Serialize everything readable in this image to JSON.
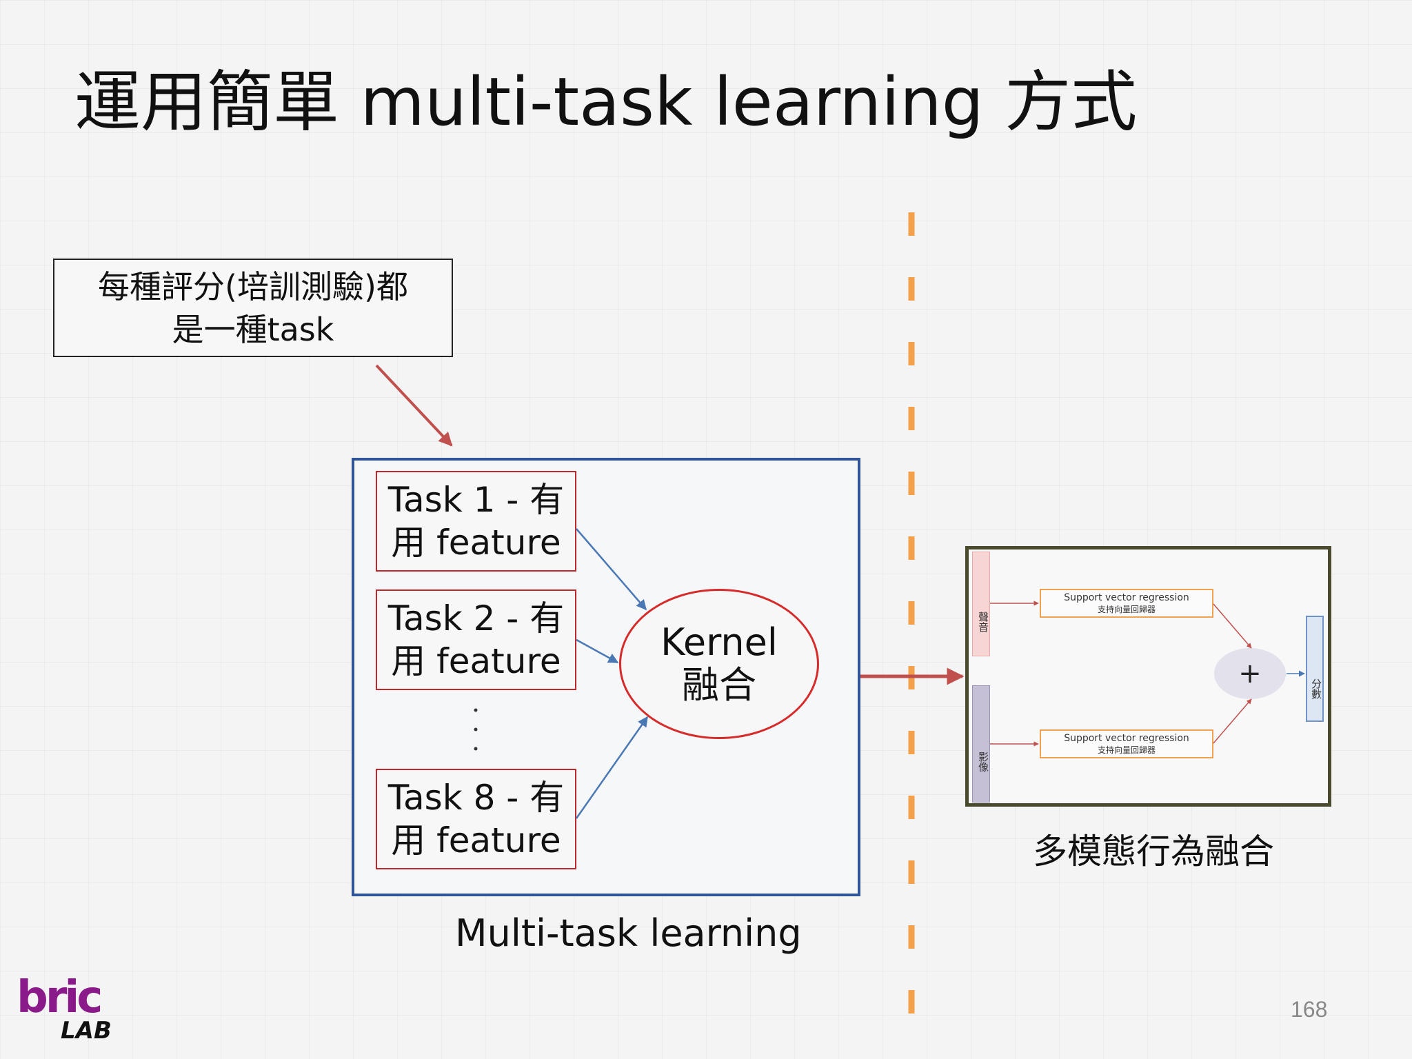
{
  "slide": {
    "title": "運用簡單 multi-task learning 方式",
    "page_number": "168"
  },
  "callout": {
    "text": "每種評分(培訓測驗)都\n是一種task"
  },
  "multitask": {
    "tasks": [
      "Task 1 - 有\n用 feature",
      "Task 2 - 有\n用 feature",
      "Task 8 - 有\n用 feature"
    ],
    "ellipsis": "⋮",
    "kernel_label": "Kernel\n融合",
    "caption": "Multi-task learning"
  },
  "fusion": {
    "caption": "多模態行為融合",
    "inputs": [
      "聲音",
      "影像"
    ],
    "svr_lines": [
      "Support vector regression",
      "支持向量回歸器"
    ],
    "combine_symbol": "+",
    "output": "分數"
  },
  "colors": {
    "task_border": "#c0272d",
    "container_border": "#2f5597",
    "kernel_border": "#d62b2b",
    "divider": "#f4a04a",
    "red_arrow": "#c0504d",
    "blue_arrow": "#4a78b4",
    "logo_purple": "#8a1a8a"
  },
  "logo": {
    "text_top": "bric",
    "text_bottom": "LAB"
  }
}
